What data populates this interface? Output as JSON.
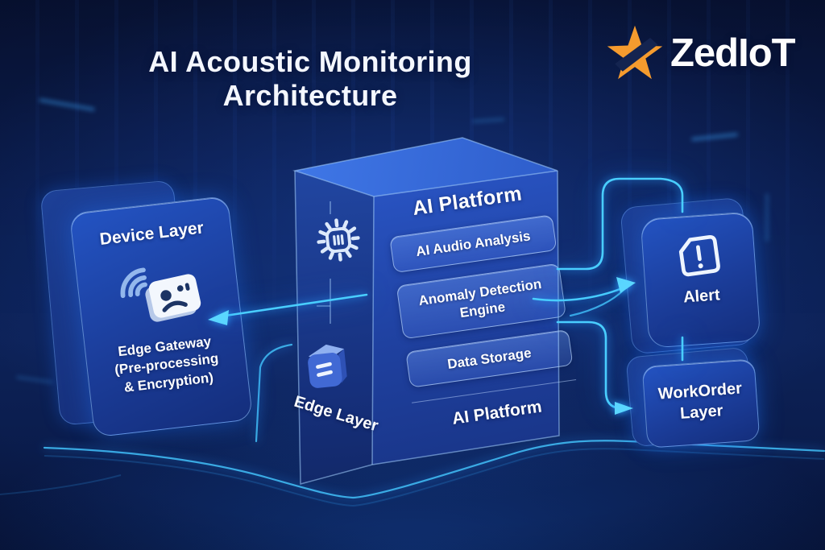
{
  "header": {
    "title_line1": "AI Acoustic Monitoring",
    "title_line2": "Architecture"
  },
  "logo": {
    "brand": "ZedIoT"
  },
  "device_card": {
    "title": "Device Layer",
    "caption_lines": [
      "Edge Gateway",
      "(Pre-processing",
      "& Encryption)"
    ]
  },
  "platform_box": {
    "title": "AI Platform",
    "modules": [
      "AI Audio Analysis",
      "Anomaly Detection Engine",
      "Data Storage"
    ],
    "bottom_label": "AI Platform",
    "side_label": "Edge Layer"
  },
  "alert_card": {
    "label": "Alert"
  },
  "workorder_card": {
    "label_lines": [
      "WorkOrder",
      "Layer"
    ]
  },
  "icons": {
    "device": "sound-wave-device-icon",
    "platform_side_top": "chip-gear-icon",
    "platform_side_bottom": "edge-cube-icon",
    "alert": "warning-document-icon",
    "logo": "star-bolt-icon"
  },
  "colors": {
    "background": "#0a1a46",
    "neon_line": "#49ceff",
    "card_blue": "#1e4cba",
    "box_face_blue": "#2c5bd0",
    "star_orange": "#f59b2e",
    "text": "#ffffff",
    "icon_navy": "#1c3464"
  }
}
